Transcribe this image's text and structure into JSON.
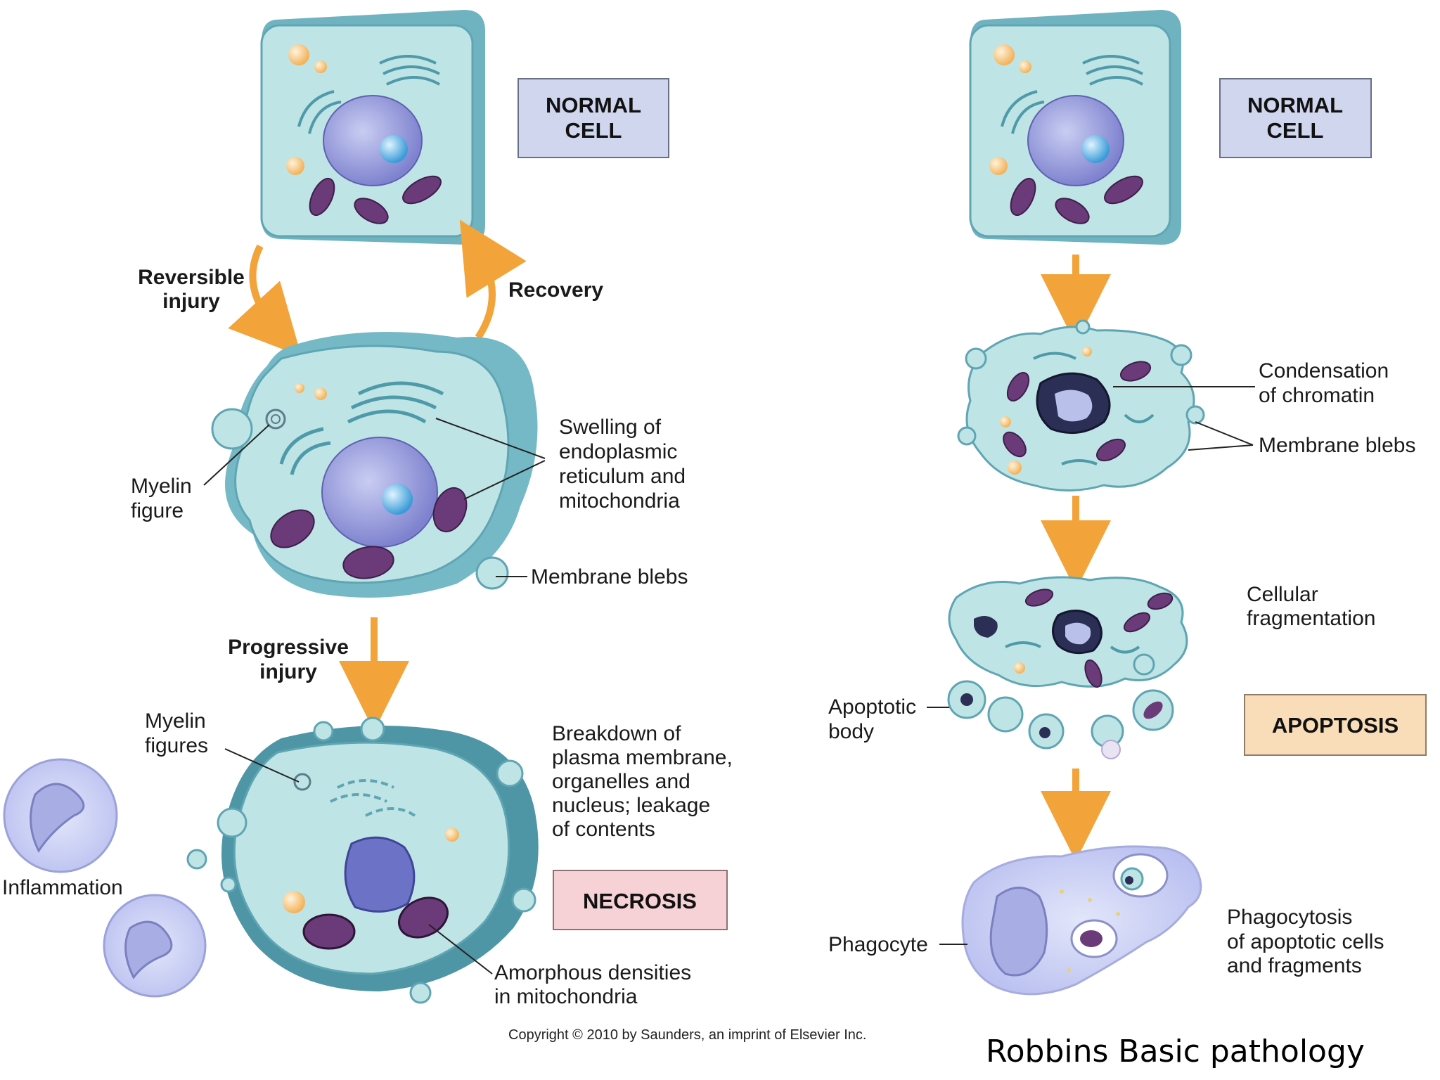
{
  "colors": {
    "cell_fill": "#bfe4e6",
    "cell_edge": "#6fb3c0",
    "nucleus": "#8c8fd6",
    "mito": "#6b3a78",
    "arrow": "#f2a43a",
    "normal_box": "#cfd6ee",
    "necrosis_box": "#f6d1d6",
    "apoptosis_box": "#f9dcb8"
  },
  "left": {
    "normal_cell_label_1": "NORMAL",
    "normal_cell_label_2": "CELL",
    "reversible_1": "Reversible",
    "reversible_2": "injury",
    "recovery": "Recovery",
    "myelin_1": "Myelin",
    "myelin_2": "figure",
    "swelling_1": "Swelling of",
    "swelling_2": "endoplasmic",
    "swelling_3": "reticulum and",
    "swelling_4": "mitochondria",
    "blebs": "Membrane blebs",
    "progressive_1": "Progressive",
    "progressive_2": "injury",
    "myelin_figs_1": "Myelin",
    "myelin_figs_2": "figures",
    "breakdown_1": "Breakdown of",
    "breakdown_2": "plasma membrane,",
    "breakdown_3": "organelles and",
    "breakdown_4": "nucleus; leakage",
    "breakdown_5": "of contents",
    "inflammation": "Inflammation",
    "necrosis": "NECROSIS",
    "amorphous_1": "Amorphous densities",
    "amorphous_2": "in mitochondria"
  },
  "right": {
    "normal_cell_label_1": "NORMAL",
    "normal_cell_label_2": "CELL",
    "condensation_1": "Condensation",
    "condensation_2": "of chromatin",
    "blebs": "Membrane blebs",
    "fragmentation_1": "Cellular",
    "fragmentation_2": "fragmentation",
    "apoptotic_1": "Apoptotic",
    "apoptotic_2": "body",
    "apoptosis": "APOPTOSIS",
    "phagocyte": "Phagocyte",
    "phago_1": "Phagocytosis",
    "phago_2": "of apoptotic cells",
    "phago_3": "and fragments"
  },
  "footer": {
    "copyright": "Copyright © 2010 by Saunders, an imprint of Elsevier Inc.",
    "book": "Robbins Basic pathology"
  }
}
